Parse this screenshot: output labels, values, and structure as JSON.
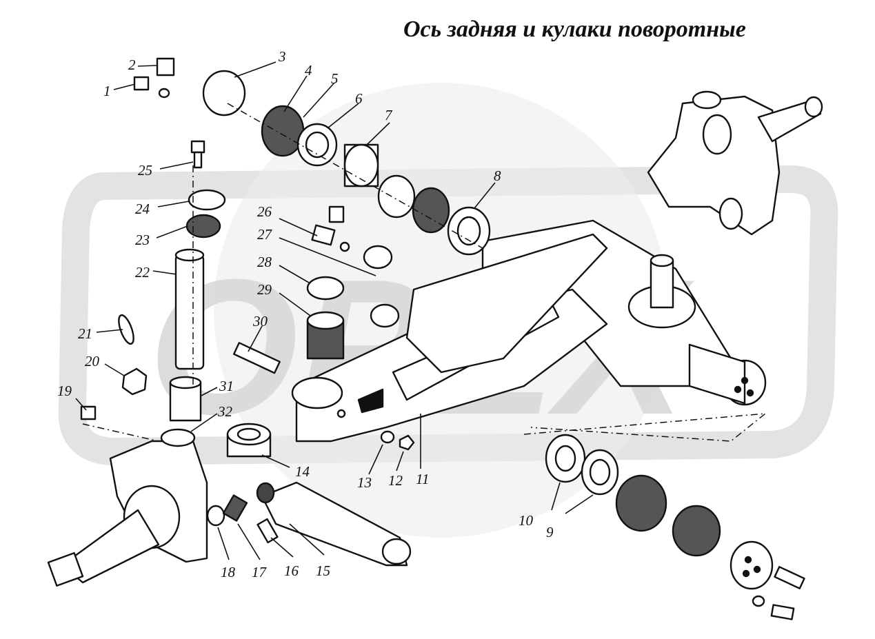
{
  "title": "Ось задняя и кулаки поворотные",
  "watermark": "OPEX",
  "callouts": [
    "1",
    "2",
    "3",
    "4",
    "5",
    "6",
    "7",
    "8",
    "9",
    "10",
    "11",
    "12",
    "13",
    "14",
    "15",
    "16",
    "17",
    "18",
    "19",
    "20",
    "21",
    "22",
    "23",
    "24",
    "25",
    "26",
    "27",
    "28",
    "29",
    "30",
    "31",
    "32"
  ],
  "colors": {
    "ink": "#111111",
    "watermark_dark": "#d6d6d6",
    "watermark_light": "#e6e6e6"
  }
}
